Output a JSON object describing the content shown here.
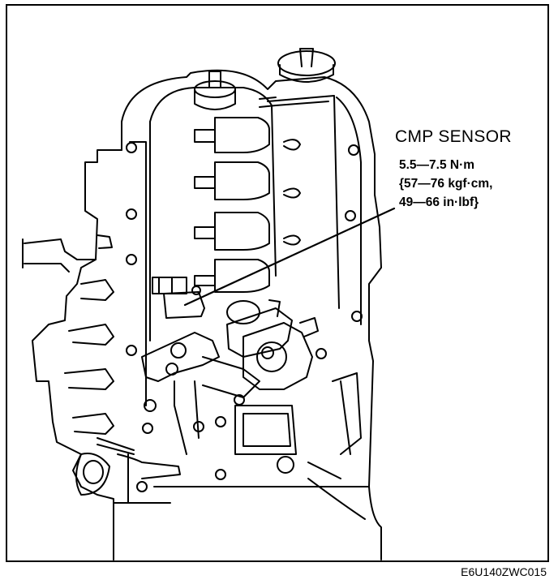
{
  "callout": {
    "label": "CMP SENSOR",
    "torque_nm": "5.5—7.5 N·m",
    "torque_kgf": "{57—76 kgf·cm,",
    "torque_inlbf": "49—66 in·lbf}"
  },
  "figure": {
    "code": "E6U140ZWC015"
  },
  "colors": {
    "line": "#000000",
    "background": "#ffffff"
  }
}
